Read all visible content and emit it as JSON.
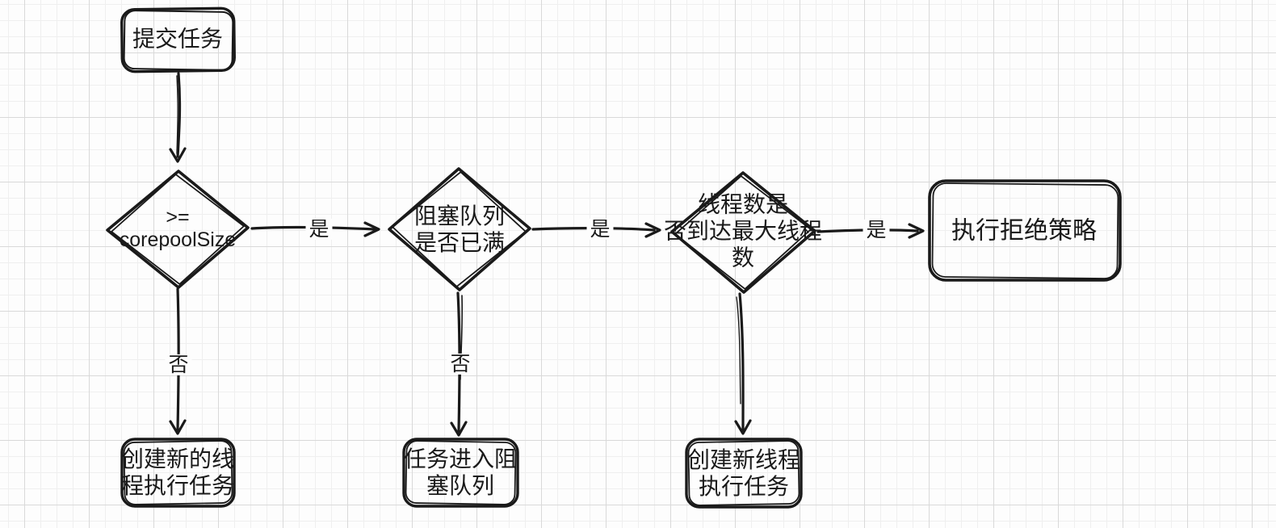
{
  "canvas": {
    "background": "#fdfdfd",
    "grid_minor_color": "#efefef",
    "grid_major_color": "#d9d9d9",
    "stroke_color": "#1a1a1a"
  },
  "nodes": {
    "submit": {
      "type": "rounded-rect",
      "label": "提交任务"
    },
    "check_core": {
      "type": "diamond",
      "label": ">=\ncorepoolSize"
    },
    "check_queue": {
      "type": "diamond",
      "label": "阻塞队列\n是否已满"
    },
    "check_max": {
      "type": "diamond",
      "label": "线程数是\n否到达最大线程\n数"
    },
    "reject": {
      "type": "rounded-rect",
      "label": "执行拒绝策略"
    },
    "create_core_thread": {
      "type": "rounded-rect",
      "label": "创建新的线\n程执行任务"
    },
    "enqueue": {
      "type": "rounded-rect",
      "label": "任务进入阻\n塞队列"
    },
    "create_max_thread": {
      "type": "rounded-rect",
      "label": "创建新线程\n执行任务"
    }
  },
  "edges": {
    "submit_to_core": {
      "label": ""
    },
    "core_yes": {
      "label": "是"
    },
    "queue_yes": {
      "label": "是"
    },
    "max_yes": {
      "label": "是"
    },
    "core_no": {
      "label": "否"
    },
    "queue_no": {
      "label": "否"
    },
    "max_down": {
      "label": ""
    }
  }
}
